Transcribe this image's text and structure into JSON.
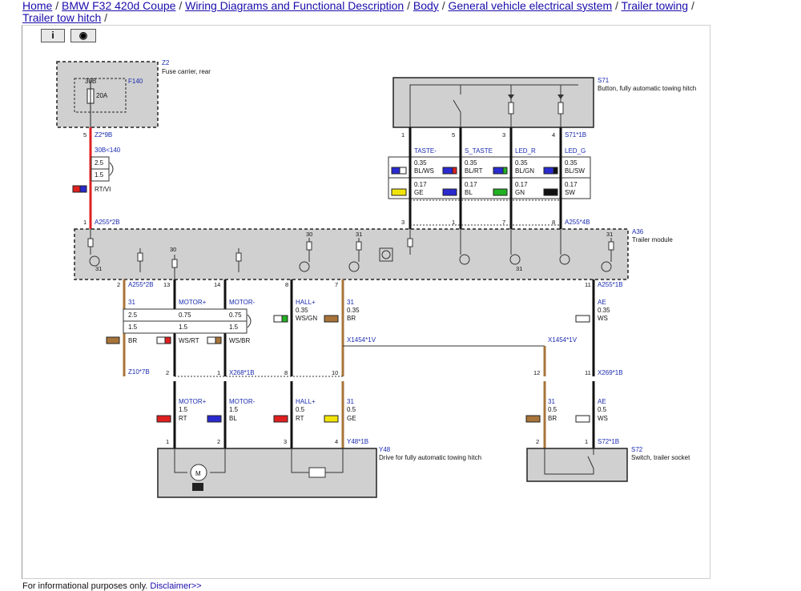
{
  "breadcrumb": [
    {
      "label": "Home",
      "sep": " / "
    },
    {
      "label": "BMW F32 420d Coupe",
      "sep": " / "
    },
    {
      "label": "Wiring Diagrams and Functional Description",
      "sep": " / "
    },
    {
      "label": "Body",
      "sep": " / "
    },
    {
      "label": "General vehicle electrical system",
      "sep": " / "
    },
    {
      "label": "Trailer towing",
      "sep": " / "
    },
    {
      "label": "Trailer tow hitch",
      "sep": " /"
    }
  ],
  "toolbar": {
    "info_glyph": "i",
    "eye_glyph": "◉"
  },
  "footer": {
    "text": "For informational purposes only.",
    "link": "Disclaimer>>"
  },
  "diagram": {
    "z2": {
      "id": "Z2",
      "name": "Fuse carrier, rear",
      "fuse_id": "F140",
      "fuse_term": "30B",
      "rating": "20A",
      "pin": "5",
      "conn": "Z2*9B"
    },
    "main_wire": {
      "signal": "30B<140",
      "gauges": [
        "2.5",
        "1.5"
      ],
      "color": "RT/VI",
      "pin": "1",
      "conn": "A255*2B"
    },
    "s71": {
      "id": "S71",
      "name": "Button, fully automatic towing hitch",
      "conn": "S71*1B",
      "pins": [
        "1",
        "5",
        "3",
        "4"
      ]
    },
    "s71_wires": [
      {
        "signal": "TASTE-",
        "g1": "0.35",
        "c1": "BL/WS",
        "g2": "0.17",
        "c2": "GE"
      },
      {
        "signal": "S_TASTE",
        "g1": "0.35",
        "c1": "BL/RT",
        "g2": "0.17",
        "c2": "BL"
      },
      {
        "signal": "LED_R",
        "g1": "0.35",
        "c1": "BL/GN",
        "g2": "0.17",
        "c2": "GN"
      },
      {
        "signal": "LED_G",
        "g1": "0.35",
        "c1": "BL/SW",
        "g2": "0.17",
        "c2": "SW"
      }
    ],
    "a36": {
      "id": "A36",
      "name": "Trailer module",
      "top_pins": [
        "3",
        "1",
        "7",
        "8"
      ],
      "top_conn": "A255*4B",
      "bottom_pins": [
        "2",
        "13",
        "14",
        "8",
        "7",
        "11"
      ],
      "bottom_conn_left": "A255*2B",
      "bottom_conn_right": "A255*1B",
      "terms": [
        "31",
        "30",
        "31",
        "30",
        "31",
        "31"
      ]
    },
    "a36_wires": [
      {
        "signal": "31",
        "gauges": [
          "2.5",
          "1.5"
        ],
        "color": "BR"
      },
      {
        "signal": "MOTOR+",
        "gauges": [
          "0.75",
          "1.5"
        ],
        "color": "WS/RT"
      },
      {
        "signal": "MOTOR-",
        "gauges": [
          "0.75",
          "1.5"
        ],
        "color": "WS/BR"
      },
      {
        "signal": "HALL+",
        "gauge": "0.35",
        "color": "WS/GN"
      },
      {
        "signal": "31",
        "gauge": "0.35",
        "color": "BR"
      },
      {
        "signal": "AE",
        "gauge": "0.35",
        "color": "WS"
      }
    ],
    "z10": "Z10*7B",
    "x268": {
      "conn": "X268*1B",
      "pins": [
        "2",
        "1",
        "8",
        "10"
      ]
    },
    "x1454_left": "X1454*1V",
    "x1454_right": "X1454*1V",
    "x269": {
      "conn": "X269*1B",
      "pins": [
        "12",
        "11"
      ]
    },
    "lower_wires": [
      {
        "signal": "MOTOR+",
        "gauge": "1.5",
        "color": "RT"
      },
      {
        "signal": "MOTOR-",
        "gauge": "1.5",
        "color": "BL"
      },
      {
        "signal": "HALL+",
        "gauge": "0.5",
        "color": "RT"
      },
      {
        "signal": "31",
        "gauge": "0.5",
        "color": "GE"
      },
      {
        "signal": "31",
        "gauge": "0.5",
        "color": "BR"
      },
      {
        "signal": "AE",
        "gauge": "0.5",
        "color": "WS"
      }
    ],
    "y48": {
      "id": "Y48",
      "name": "Drive for fully automatic towing hitch",
      "conn": "Y48*1B",
      "pins": [
        "1",
        "2",
        "3",
        "4"
      ],
      "motor": "M"
    },
    "s72": {
      "id": "S72",
      "name": "Switch, trailer socket",
      "conn": "S72*1B",
      "pins": [
        "2",
        "1"
      ]
    }
  }
}
